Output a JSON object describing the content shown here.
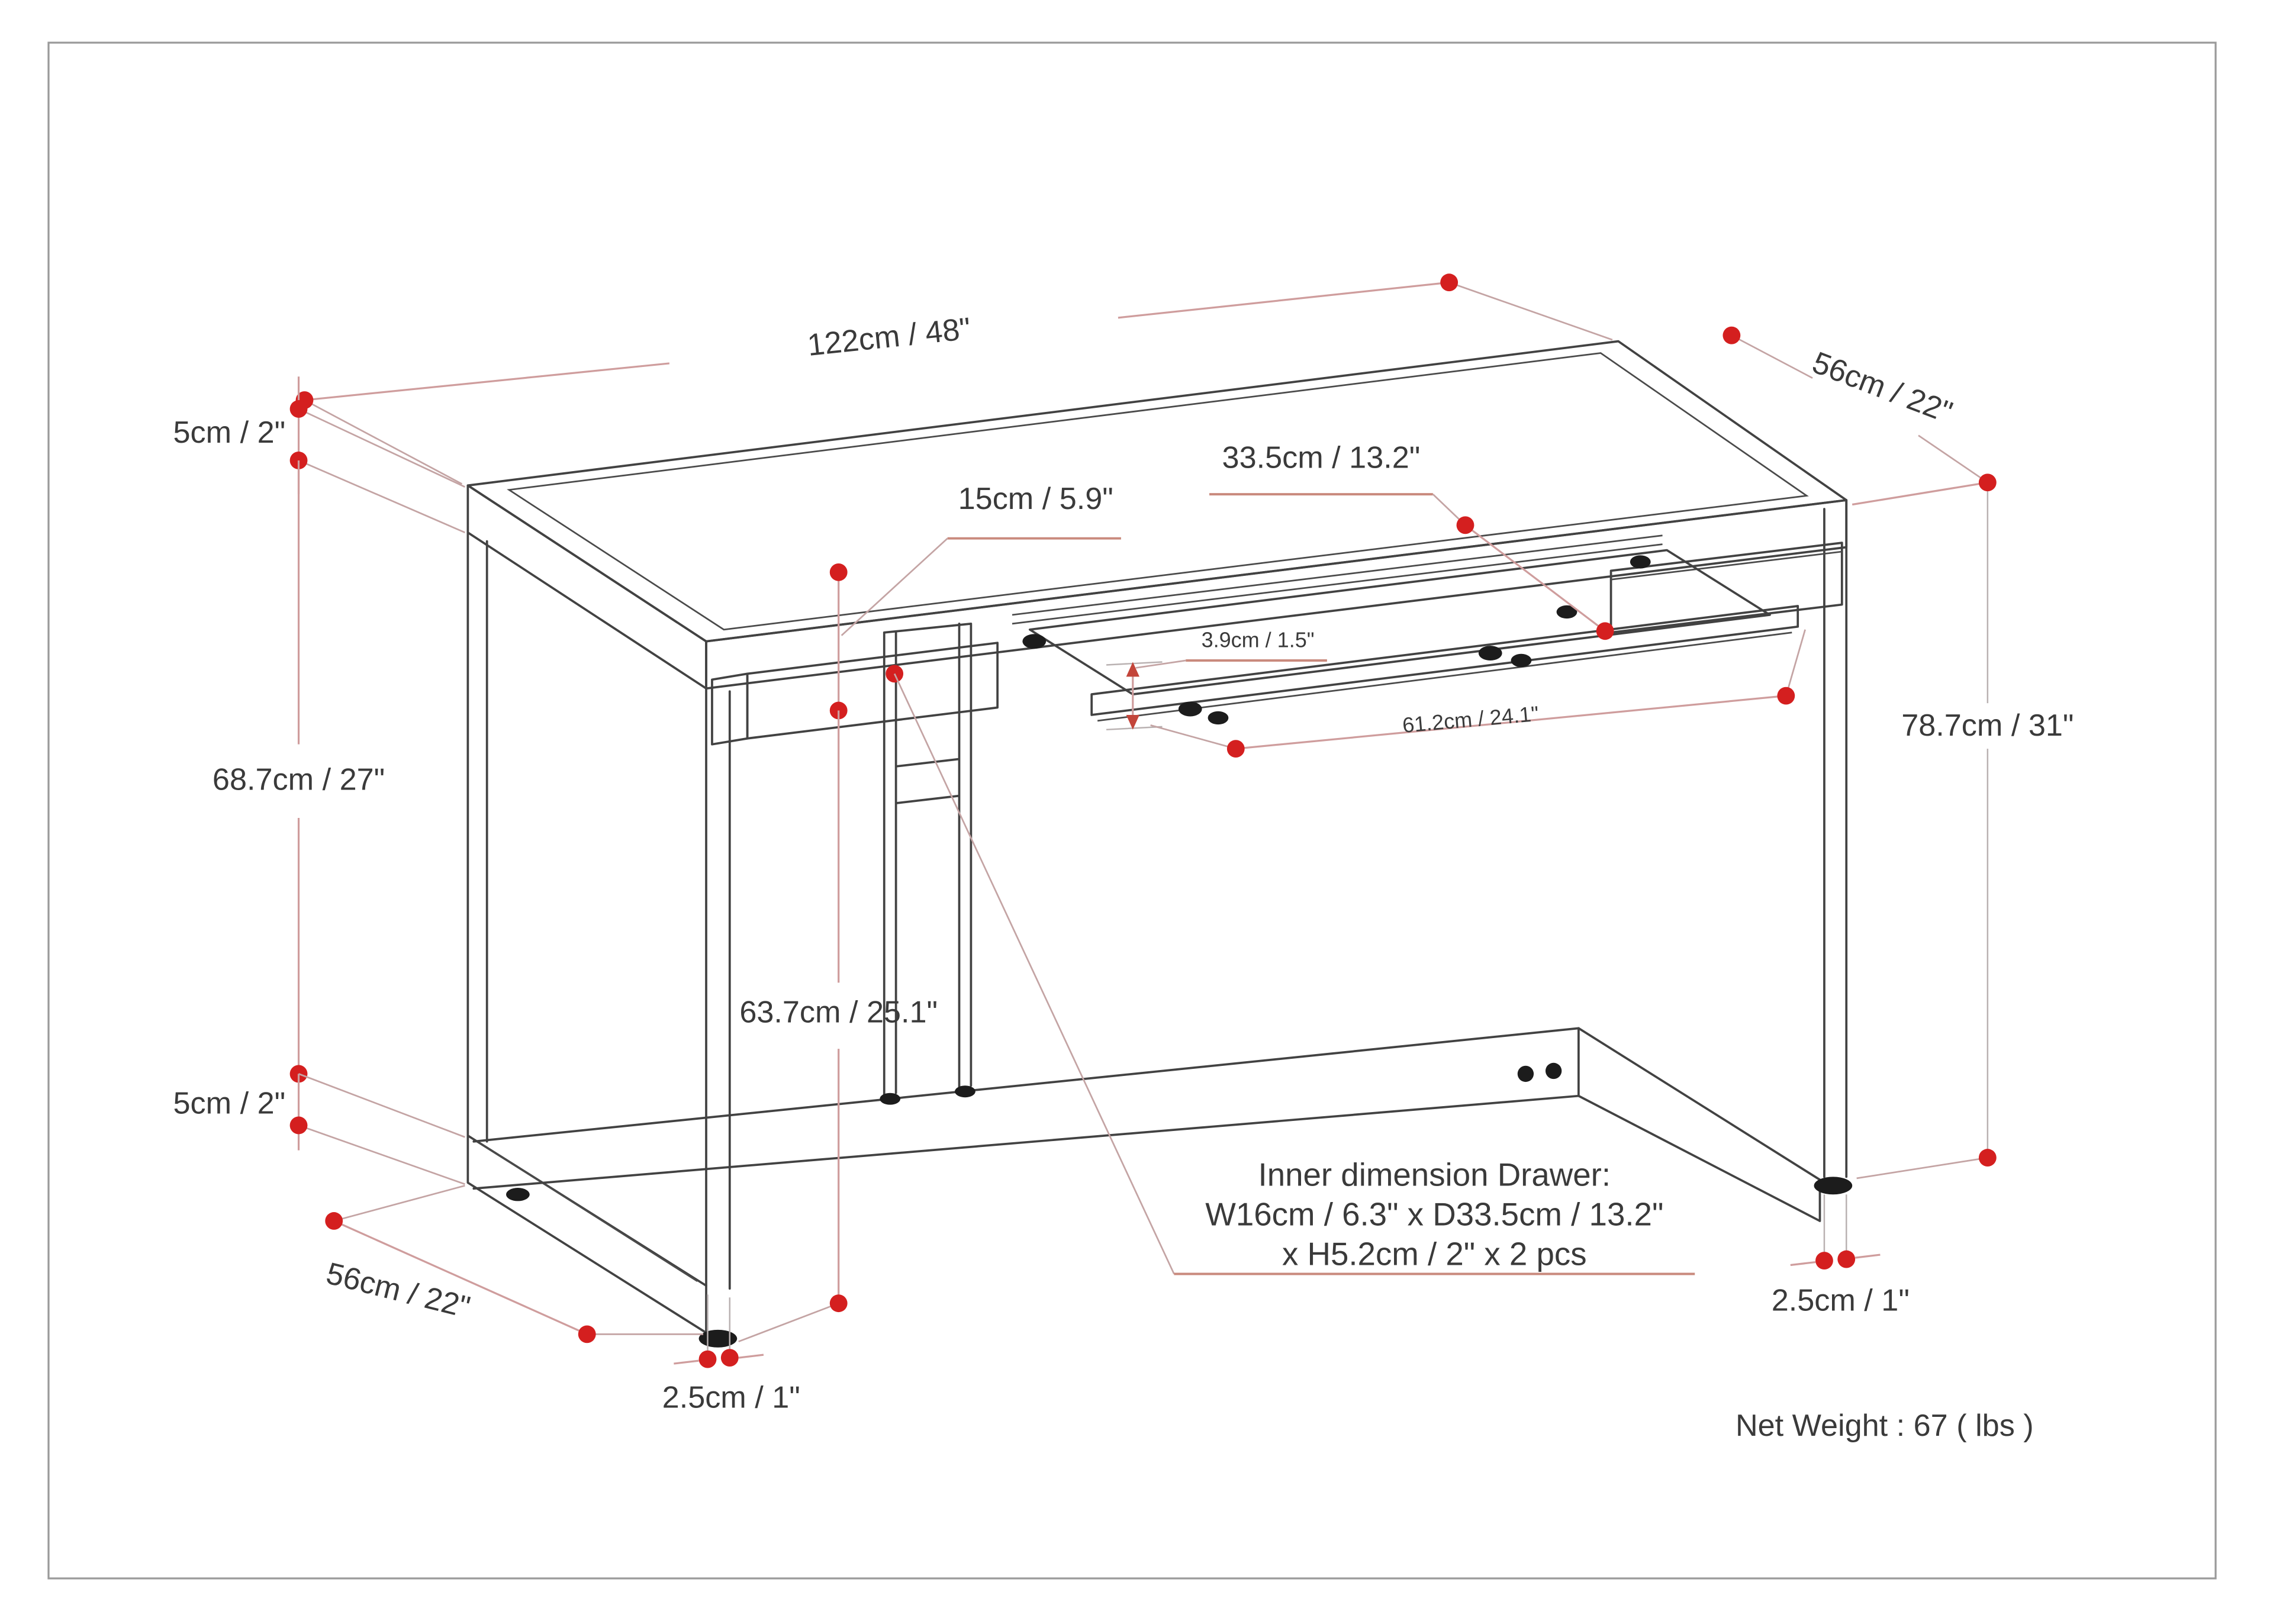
{
  "figure": {
    "kind": "furniture-dimension-diagram",
    "subject": "writing desk with two drawers and pull-out keyboard tray",
    "net_weight": "Net Weight : 67 ( lbs )",
    "note": {
      "line1": "Inner dimension Drawer:",
      "line2": "W16cm / 6.3\" x D33.5cm / 13.2\"",
      "line3": "x H5.2cm / 2\" x 2 pcs"
    },
    "dimensions": {
      "top_width": "122cm / 48\"",
      "top_depth": "56cm / 22\"",
      "top_thickness": "5cm / 2\"",
      "drawer_front_height": "15cm / 5.9\"",
      "drawer_depth": "33.5cm / 13.2\"",
      "tray_lip_height": "3.9cm / 1.5\"",
      "tray_width": "61.2cm / 24.1\"",
      "overall_height": "78.7cm / 31\"",
      "side_opening_height": "68.7cm / 27\"",
      "under_tray_clearance": "63.7cm / 25.1\"",
      "base_runner_thickness": "5cm / 2\"",
      "base_runner_depth": "56cm / 22\"",
      "front_leg_width": "2.5cm / 1\"",
      "right_leg_width": "2.5cm / 1\""
    },
    "colors": {
      "dimension_dot": "#d41f1f",
      "dimension_line": "#cf9d9d",
      "drawing_line": "#424242",
      "text": "#3a3a3a",
      "page_border": "#9a9a9a"
    }
  }
}
